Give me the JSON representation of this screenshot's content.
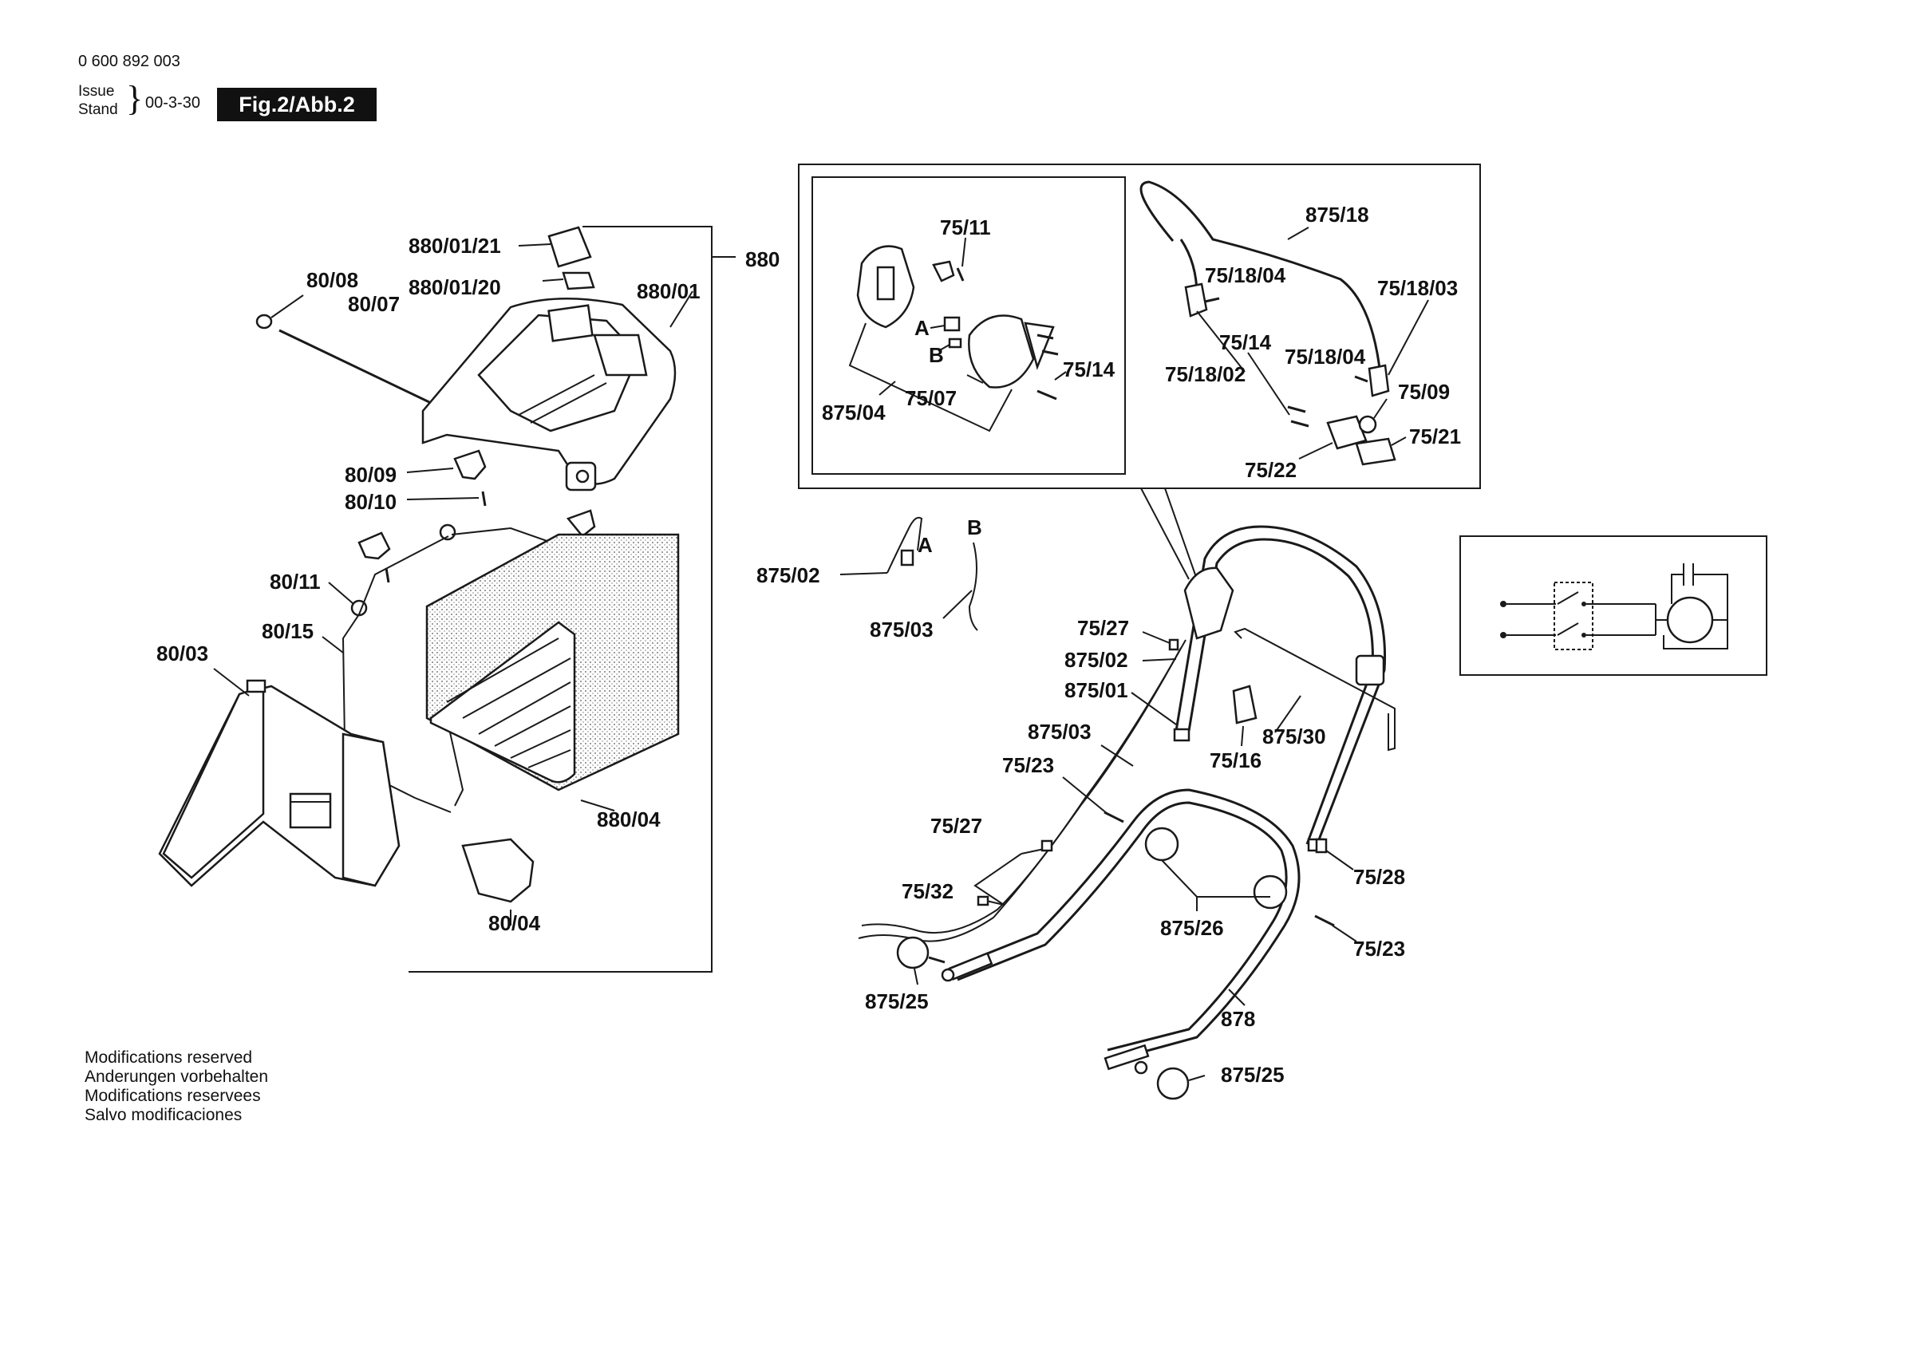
{
  "header": {
    "part_number": "0 600 892 003",
    "issue_label": "Issue",
    "stand_label": "Stand",
    "brace": "}",
    "date": "00-3-30",
    "figure": "Fig.2/Abb.2"
  },
  "notes": [
    "Modifications reserved",
    "Anderungen vorbehalten",
    "Modifications reservees",
    "Salvo modificaciones"
  ],
  "callouts": {
    "c880_01_21": "880/01/21",
    "c880_01_20": "880/01/20",
    "c880_01": "880/01",
    "c880": "880",
    "c80_08": "80/08",
    "c80_07": "80/07",
    "c80_09": "80/09",
    "c80_10": "80/10",
    "c80_11": "80/11",
    "c80_15": "80/15",
    "c80_03": "80/03",
    "c880_04": "880/04",
    "c80_04": "80/04",
    "c75_11": "75/11",
    "cA1": "A",
    "cB1": "B",
    "c75_07": "75/07",
    "c75_14a": "75/14",
    "c875_04": "875/04",
    "c875_18": "875/18",
    "c75_18_04a": "75/18/04",
    "c75_18_03": "75/18/03",
    "c75_14b": "75/14",
    "c75_18_04b": "75/18/04",
    "c75_18_02": "75/18/02",
    "c75_09": "75/09",
    "c75_21": "75/21",
    "c75_22": "75/22",
    "cA2": "A",
    "cB2": "B",
    "c875_02a": "875/02",
    "c875_03a": "875/03",
    "c75_27a": "75/27",
    "c875_02b": "875/02",
    "c875_01": "875/01",
    "c875_03b": "875/03",
    "c75_23a": "75/23",
    "c75_16": "75/16",
    "c875_30": "875/30",
    "c75_27b": "75/27",
    "c75_32": "75/32",
    "c75_28": "75/28",
    "c875_26": "875/26",
    "c75_23b": "75/23",
    "c875_25a": "875/25",
    "c878": "878",
    "c875_25b": "875/25"
  }
}
